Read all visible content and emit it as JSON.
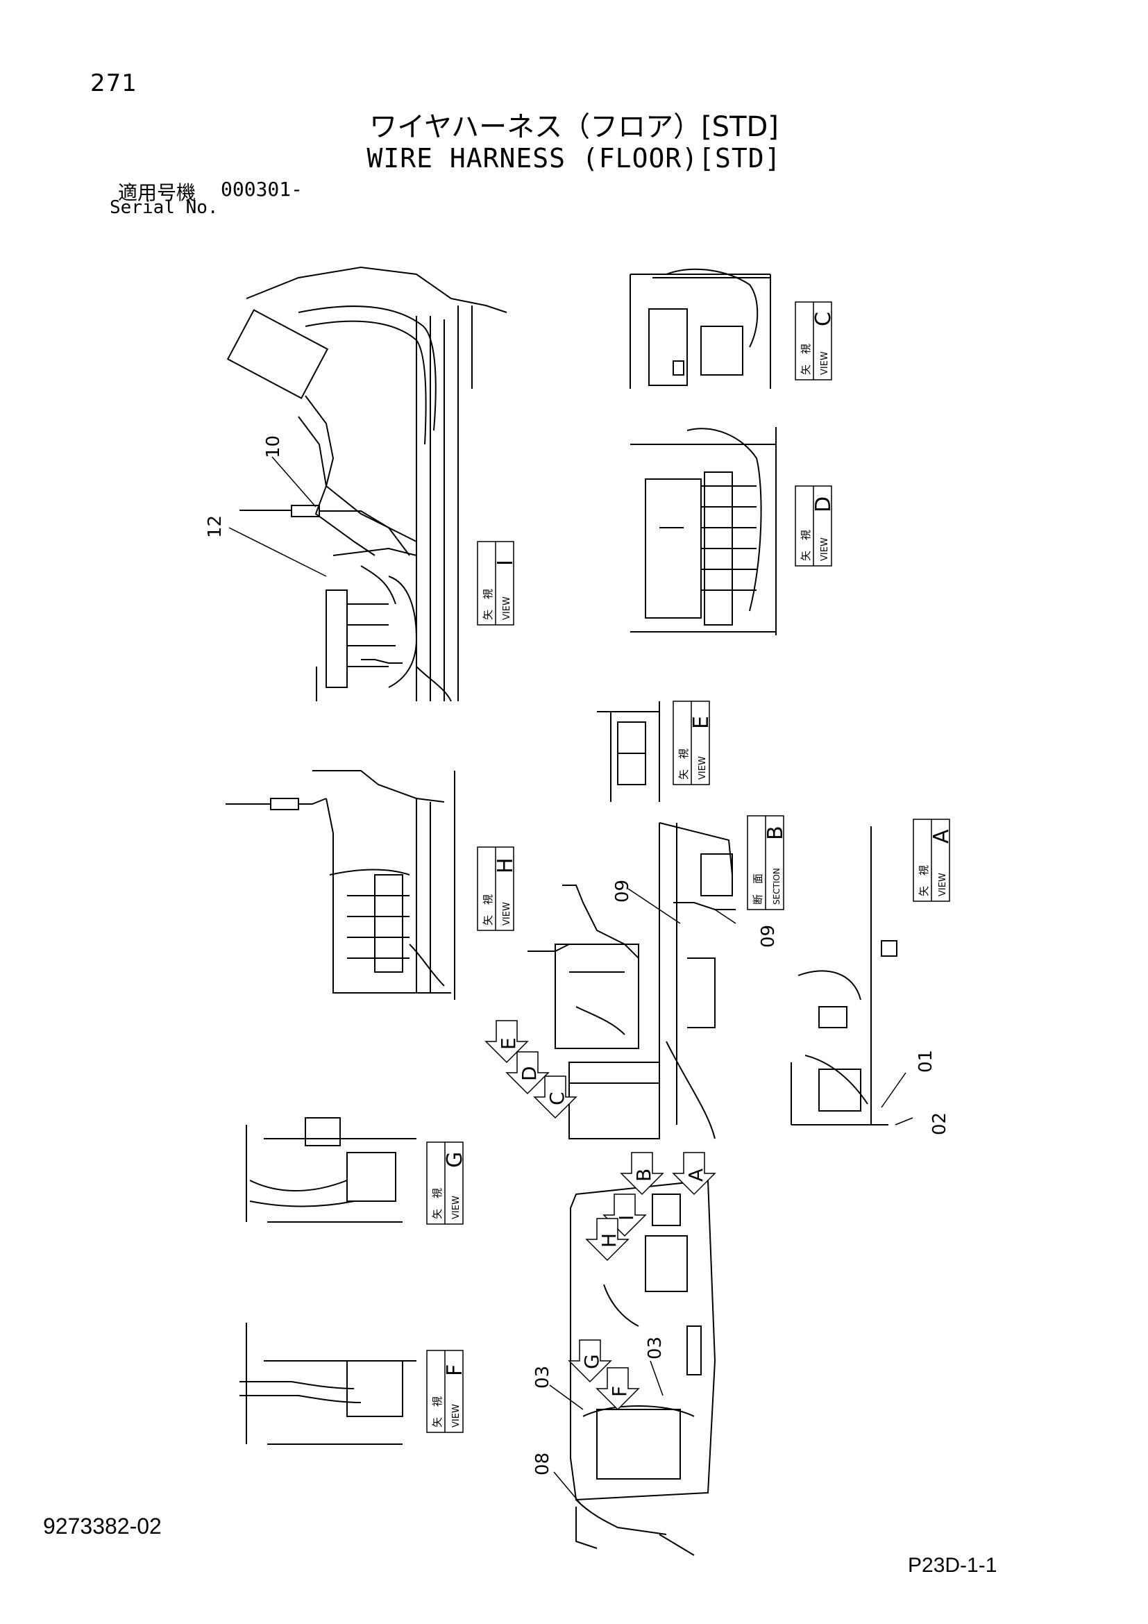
{
  "page_number": "271",
  "title_jp": "ワイヤハーネス（フロア）[STD]",
  "title_en": "WIRE HARNESS (FLOOR)[STD]",
  "serial": {
    "label_jp": "適用号機",
    "value": "000301-",
    "label_en": "Serial No."
  },
  "view_labels": {
    "yashi": "矢　視",
    "danmen": "断　面",
    "view": "VIEW",
    "section": "SECTION",
    "views": [
      "C",
      "D",
      "I",
      "E",
      "H",
      "B",
      "A",
      "G",
      "F"
    ]
  },
  "view_arrows": [
    "E",
    "D",
    "C",
    "B",
    "A",
    "I",
    "H",
    "G",
    "F"
  ],
  "part_callouts": [
    "10",
    "12",
    "09",
    "09",
    "01",
    "02",
    "03",
    "03",
    "08"
  ],
  "doc_number": "9273382-02",
  "page_code": "P23D-1-1"
}
